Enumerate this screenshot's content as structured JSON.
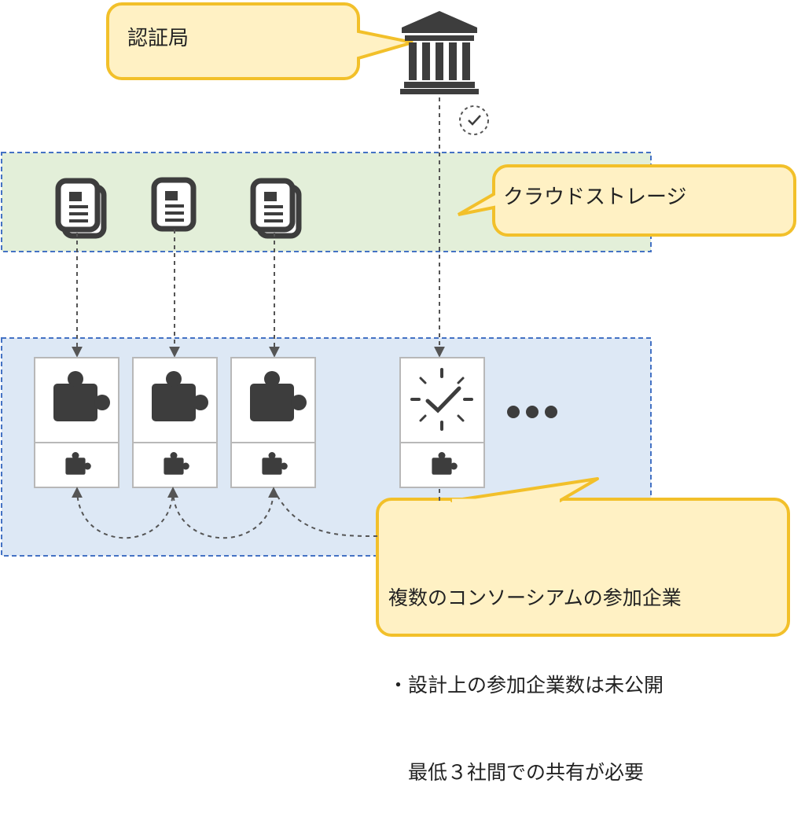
{
  "certificate_authority": {
    "label": "認証局",
    "icon": "bank-building-icon"
  },
  "cloud_storage": {
    "label": "クラウドストレージ",
    "documents": [
      {
        "icon": "documents-stack-icon"
      },
      {
        "icon": "document-icon"
      },
      {
        "icon": "documents-stack-icon"
      }
    ]
  },
  "consortium": {
    "title": "複数のコンソーシアムの参加企業",
    "notes": [
      "・設計上の参加企業数は未公開",
      "　最低３社間での共有が必要"
    ],
    "blocks": [
      {
        "icon": "puzzle-piece-icon",
        "small_icon": "puzzle-piece-icon"
      },
      {
        "icon": "puzzle-piece-icon",
        "small_icon": "puzzle-piece-icon"
      },
      {
        "icon": "puzzle-piece-icon",
        "small_icon": "puzzle-piece-icon"
      },
      {
        "icon": "clock-icon",
        "small_icon": "puzzle-piece-icon"
      }
    ],
    "more_icon": "ellipsis-icon"
  },
  "connector_icon": "clock-icon",
  "colors": {
    "callout_fill": "#fff1c4",
    "callout_stroke": "#f2c02a",
    "cloud_zone_fill": "#e3efd9",
    "consortium_zone_fill": "#dde8f5",
    "zone_border": "#4472c4",
    "icon_dark": "#3d3d3d",
    "connector": "#555555"
  }
}
